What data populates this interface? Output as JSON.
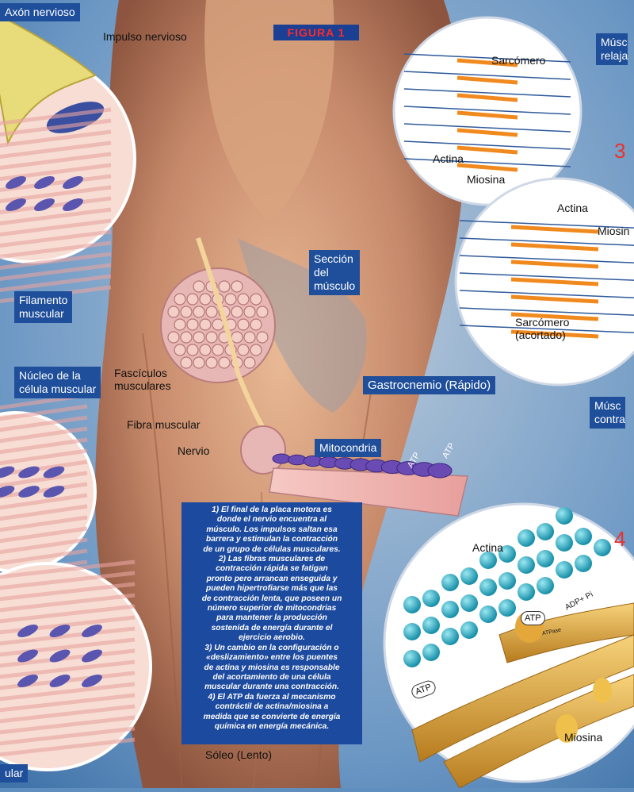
{
  "figure_title": "FIGURA 1",
  "labels": {
    "axon": "Axón nervioso",
    "impulse": "Impulso nervioso",
    "filament_1": "Filamento",
    "filament_2": "muscular",
    "nucleus_1": "Núcleo de la",
    "nucleus_2": "célula muscular",
    "bottom_left": "ular",
    "section_1": "Sección",
    "section_2": "del",
    "section_3": "músculo",
    "fascicles_1": "Fascículos",
    "fascicles_2": "musculares",
    "fiber": "Fibra muscular",
    "nerve": "Nervio",
    "mito": "Mitocondria",
    "gastro": "Gastrocnemio (Rápido)",
    "soleus": "Sóleo (Lento)",
    "relaxed_1": "Músc",
    "relaxed_2": "relaja",
    "contracted_1": "Músc",
    "contracted_2": "contra",
    "sarc_top": "Sarcómero",
    "actina_top": "Actina",
    "miosina_top": "Miosina",
    "actina_mid": "Actina",
    "miosina_mid": "Miosin",
    "sarc_mid_1": "Sarcómero",
    "sarc_mid_2": "(acortado)",
    "num3": "3",
    "num4": "4",
    "actina_bot": "Actina",
    "miosina_bot": "Miosina",
    "atp_1": "ATP",
    "atp_2": "ATP",
    "atp_3": "ATP",
    "atp_4": "ATP",
    "adp": "ADP+ Pi",
    "atpase": "ATPase"
  },
  "description": "1) El final de la placa motora es\ndonde el nervio encuentra al\nmúsculo. Los impulsos saltan esa\nbarrera y estimulan la contracción\nde un grupo de células musculares.\n2) Las fibras musculares de\ncontracción rápida se fatigan\npronto pero arrancan enseguida y\npueden hipertrofiarse más que las\nde contracción lenta, que poseen un\nnúmero superior de mitocondrias\npara mantener la producción\nsostenida de energía durante el\nejercicio aerobio.\n3) Un cambio en la configuración o\n«deslizamiento» entre los puentes\nde actina y miosina es responsable\ndel acortamiento de una célula\nmuscular durante una contracción.\n4) El ATP da fuerza al mecanismo\ncontráctil de actina/miosina a\nmedida que se convierte de energía\nquímica en energía mecánica.",
  "colors": {
    "background": "#5f8fbf",
    "muscle": "#c98f6e",
    "label_box": "#1f4f9a",
    "number_accent": "#e8322a",
    "actin": "#2ab3c6",
    "myosin": "#e3a73a"
  }
}
